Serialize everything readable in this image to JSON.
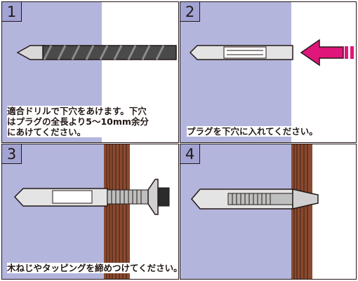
{
  "steps": [
    {
      "number": "1",
      "caption": "適合ドリルで下穴をあけます。下穴\nはプラグの全長より5〜10mm余分\nにあけてください。"
    },
    {
      "number": "2",
      "caption": "プラグを下穴に入れてください。"
    },
    {
      "number": "3",
      "caption": "木ねじやタッピングを締めつけてください。"
    },
    {
      "number": "4",
      "caption": ""
    }
  ],
  "colors": {
    "wall": "#b3b5dd",
    "number_box": "#a2a4d3",
    "wood": "#8a4a30",
    "arrow": "#e0167b",
    "outline": "#231815",
    "drill": "#4a4a4a"
  }
}
